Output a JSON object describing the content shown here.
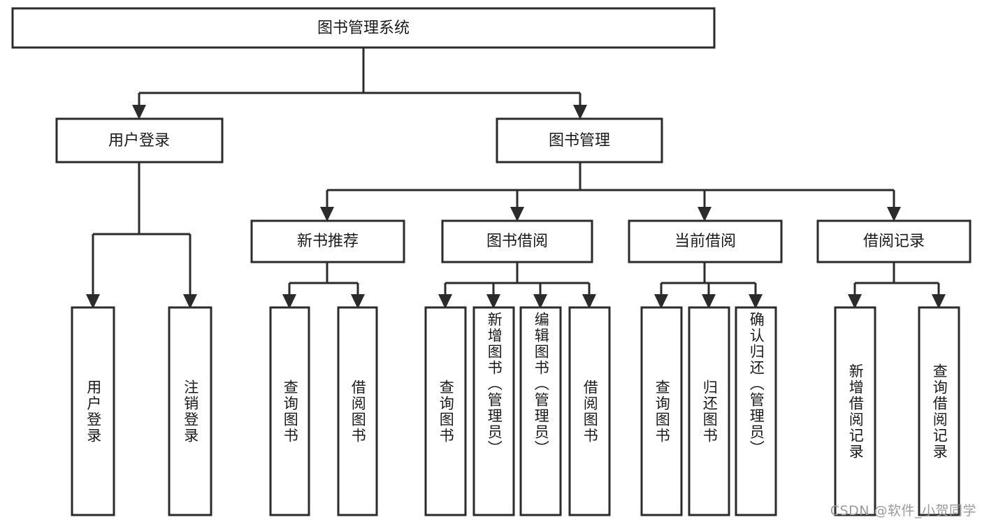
{
  "diagram": {
    "title": "图书管理系统",
    "type": "tree",
    "root": {
      "id": "root",
      "label": "图书管理系统"
    },
    "level2": [
      {
        "id": "user-login",
        "label": "用户登录"
      },
      {
        "id": "book-manage",
        "label": "图书管理"
      }
    ],
    "level3": [
      {
        "id": "new-book-rec",
        "label": "新书推荐"
      },
      {
        "id": "book-borrow",
        "label": "图书借阅"
      },
      {
        "id": "current-borrow",
        "label": "当前借阅"
      },
      {
        "id": "borrow-record",
        "label": "借阅记录"
      }
    ],
    "leaves": {
      "user_login": [
        {
          "id": "leaf-user-login",
          "label": "用户登录",
          "align": "center"
        },
        {
          "id": "leaf-logout",
          "label": "注销登录",
          "align": "center"
        }
      ],
      "new_book_rec": [
        {
          "id": "leaf-query-book-1",
          "label": "查询图书",
          "align": "center"
        },
        {
          "id": "leaf-borrow-book-1",
          "label": "借阅图书",
          "align": "center"
        }
      ],
      "book_borrow": [
        {
          "id": "leaf-query-book-2",
          "label": "查询图书",
          "align": "center"
        },
        {
          "id": "leaf-add-book",
          "label": "新增图书（管理员）",
          "align": "top"
        },
        {
          "id": "leaf-edit-book",
          "label": "编辑图书（管理员）",
          "align": "top"
        },
        {
          "id": "leaf-borrow-book-2",
          "label": "借阅图书",
          "align": "center"
        }
      ],
      "current_borrow": [
        {
          "id": "leaf-query-book-3",
          "label": "查询图书",
          "align": "center"
        },
        {
          "id": "leaf-return-book",
          "label": "归还图书",
          "align": "center"
        },
        {
          "id": "leaf-confirm-return",
          "label": "确认归还（管理员）",
          "align": "top"
        }
      ],
      "borrow_record": [
        {
          "id": "leaf-add-record",
          "label": "新增借阅记录",
          "align": "center"
        },
        {
          "id": "leaf-query-record",
          "label": "查询借阅记录",
          "align": "center"
        }
      ]
    },
    "watermark": "CSDN @软件_小贺同学",
    "colors": {
      "stroke": "#2b2b2b",
      "fill": "#ffffff",
      "text": "#1a1a1a",
      "watermark": "#9a9a9a",
      "background": "#ffffff"
    }
  }
}
